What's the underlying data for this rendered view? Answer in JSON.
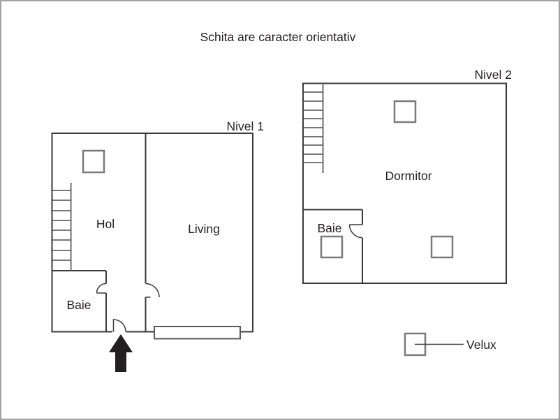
{
  "title": "Schita are caracter orientativ",
  "plans": {
    "nivel1": {
      "label": "Nivel 1",
      "rooms": {
        "hol": "Hol",
        "living": "Living",
        "baie": "Baie"
      }
    },
    "nivel2": {
      "label": "Nivel 2",
      "rooms": {
        "dormitor": "Dormitor",
        "baie": "Baie"
      }
    }
  },
  "legend": {
    "velux": "Velux"
  },
  "symbols": {
    "entrance_arrow": "up-arrow-entrance-marker",
    "stairs": "stair-treads",
    "roof_window": "square-velux-marker",
    "window": "double-line-window",
    "doors": "quarter-circle-swing-arcs"
  },
  "colors": {
    "background": "#ffffff",
    "frame": "#a3a3a3",
    "wall": "#3a3a3a",
    "detail_gray": "#7a7a7a",
    "window_gray": "#58595b",
    "text": "#231f20",
    "arrow": "#231f20"
  }
}
